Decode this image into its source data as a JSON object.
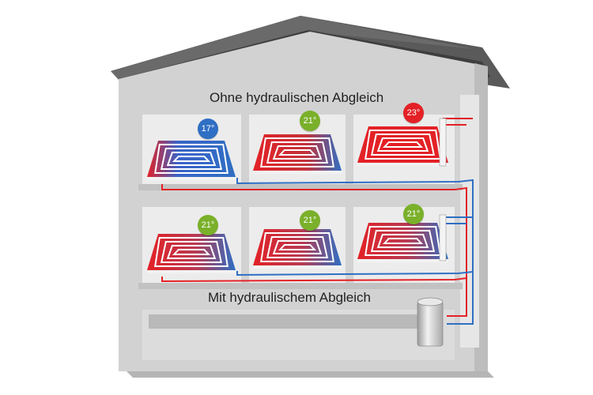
{
  "labels": {
    "top_caption": "Ohne hydraulischen Abgleich",
    "bottom_caption": "Mit hydraulischem Abgleich"
  },
  "rooms_top": [
    {
      "temp": "17°",
      "color": "#2f6fc4",
      "state": "cold"
    },
    {
      "temp": "21°",
      "color": "#7ab02a",
      "state": "normal"
    },
    {
      "temp": "23°",
      "color": "#e32126",
      "state": "hot"
    }
  ],
  "rooms_bottom": [
    {
      "temp": "21°",
      "color": "#7ab02a",
      "state": "normal"
    },
    {
      "temp": "21°",
      "color": "#7ab02a",
      "state": "normal"
    },
    {
      "temp": "21°",
      "color": "#7ab02a",
      "state": "normal"
    }
  ],
  "colors": {
    "roof": "#4a4a4a",
    "wall": "#cfcfcf",
    "supply_pipe": "#e32126",
    "return_pipe": "#2f6fc4"
  }
}
